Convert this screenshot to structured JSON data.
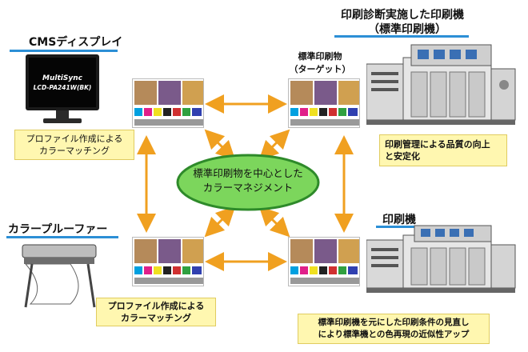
{
  "cms_display": {
    "title": "CMSディスプレイ",
    "monitor_line1": "MultiSync",
    "monitor_line2": "LCD-PA241W(BK)",
    "note": "プロファイル作成による\nカラーマッチング"
  },
  "diagnosed_press": {
    "title_line1": "印刷診断実施した印刷機",
    "title_line2": "（標準印刷機）",
    "note": "印刷管理による品質の向上\nと安定化"
  },
  "target_print": {
    "title_line1": "標準印刷物",
    "title_line2": "（ターゲット）"
  },
  "proofer": {
    "title": "カラープルーファー",
    "note": "プロファイル作成による\nカラーマッチング"
  },
  "press": {
    "title": "印刷機",
    "note": "標準印刷機を元にした印刷条件の見直し\nにより標準機との色再現の近似性アップ"
  },
  "center": {
    "label": "標準印刷物を中心とした\nカラーマネジメント"
  },
  "colors": {
    "arrow": "#f0a020",
    "ellipse_fill": "#7cd65c",
    "ellipse_stroke": "#2e8a2a",
    "accent_blue": "#2c8fd6",
    "note_bg": "#fff7b0"
  }
}
